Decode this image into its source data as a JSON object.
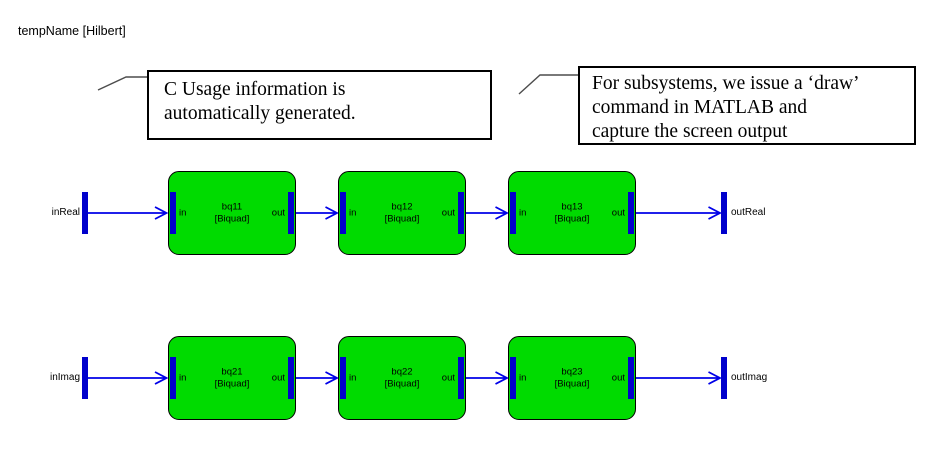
{
  "title": "tempName [Hilbert]",
  "colors": {
    "block_green": "#00db00",
    "port_blue": "#0000cc",
    "wire_blue": "#0000e8"
  },
  "callouts": [
    {
      "lines": [
        "C Usage information is",
        "automatically generated."
      ]
    },
    {
      "lines": [
        "For subsystems, we issue a ‘draw’",
        "command in MATLAB and",
        "capture the screen output"
      ]
    }
  ],
  "diagram": {
    "rows": [
      {
        "input_label": "inReal",
        "output_label": "outReal",
        "blocks": [
          {
            "name": "bq11",
            "type": "[Biquad]",
            "in_label": "in",
            "out_label": "out"
          },
          {
            "name": "bq12",
            "type": "[Biquad]",
            "in_label": "in",
            "out_label": "out"
          },
          {
            "name": "bq13",
            "type": "[Biquad]",
            "in_label": "in",
            "out_label": "out"
          }
        ]
      },
      {
        "input_label": "inImag",
        "output_label": "outImag",
        "blocks": [
          {
            "name": "bq21",
            "type": "[Biquad]",
            "in_label": "in",
            "out_label": "out"
          },
          {
            "name": "bq22",
            "type": "[Biquad]",
            "in_label": "in",
            "out_label": "out"
          },
          {
            "name": "bq23",
            "type": "[Biquad]",
            "in_label": "in",
            "out_label": "out"
          }
        ]
      }
    ]
  }
}
